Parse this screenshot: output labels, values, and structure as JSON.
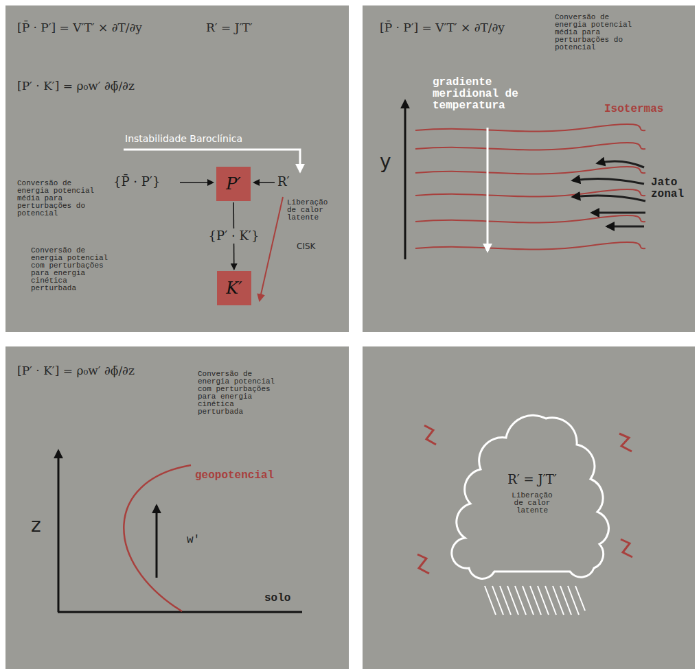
{
  "diagram": {
    "nodes": [
      {
        "text": [
          "P′"
        ]
      },
      {
        "text": [
          "K′"
        ]
      },
      {
        "text": [
          "R′ = J′T′",
          "Liberação de calor latente"
        ]
      }
    ],
    "edges": [
      {
        "from": 0,
        "to": 1,
        "arrow": "to",
        "label": "{P′ · K′}"
      }
    ],
    "labels": [
      "[P̄ · P′] = V′T′ × ∂T/∂y",
      "R′ = J′T′",
      "[P′ · K′] = ρ₀w′ ∂ϕ̄/∂z",
      "Instabilidade Baroclínica",
      "Conversão de energia potencial média para perturbações do potencial",
      "{P̄ · P′}",
      "R′",
      "Liberação de calor latente",
      "CISK",
      "Conversão de energia potencial com perturbações para energia cinética perturbada",
      "[P̄ · P′] = V′T′ × ∂T/∂y",
      "Conversão de energia potencial média para perturbações do potencial",
      "gradiente meridional de temperatura",
      "Isotermas",
      "Jato zonal",
      "y",
      "[P′ · K′] = ρ₀w′ ∂ϕ̄/∂z",
      "Conversão de energia potencial com perturbações para energia cinética perturbada",
      "geopotencial",
      "w'",
      "z",
      "solo"
    ]
  }
}
